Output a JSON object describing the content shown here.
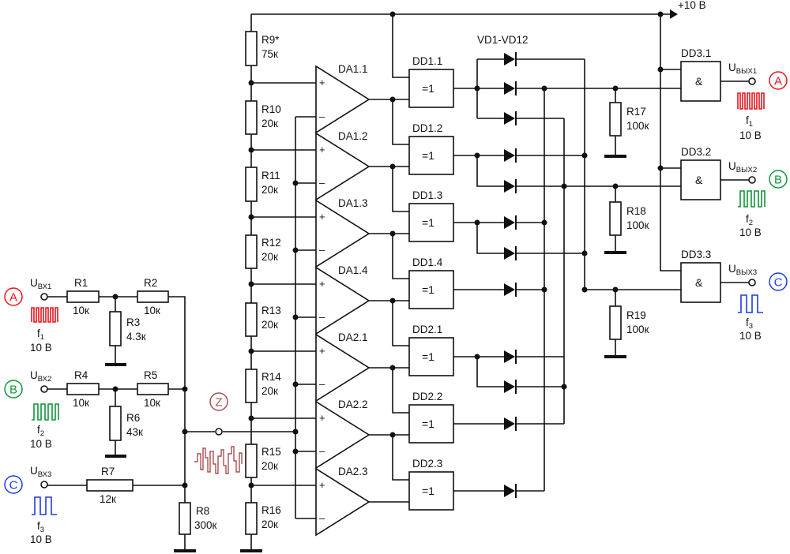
{
  "supply": "+10 В",
  "diode_array_label": "VD1-VD12",
  "input_pins": [
    {
      "id": "A",
      "u_main": "U",
      "u_sub": "ВХ1",
      "f_main": "f",
      "f_sub": "1",
      "amp": "10 В",
      "color": "#e8141c"
    },
    {
      "id": "B",
      "u_main": "U",
      "u_sub": "ВХ2",
      "f_main": "f",
      "f_sub": "2",
      "amp": "10 В",
      "color": "#11963a"
    },
    {
      "id": "C",
      "u_main": "U",
      "u_sub": "ВХ3",
      "f_main": "f",
      "f_sub": "3",
      "amp": "10 В",
      "color": "#1e3ce6"
    }
  ],
  "output_pins": [
    {
      "id": "A",
      "u_main": "U",
      "u_sub": "ВЫХ1",
      "f_main": "f",
      "f_sub": "1",
      "amp": "10 В",
      "color": "#e8141c"
    },
    {
      "id": "B",
      "u_main": "U",
      "u_sub": "ВЫХ2",
      "f_main": "f",
      "f_sub": "2",
      "amp": "10 В",
      "color": "#11963a"
    },
    {
      "id": "C",
      "u_main": "U",
      "u_sub": "ВЫХ3",
      "f_main": "f",
      "f_sub": "3",
      "amp": "10 В",
      "color": "#1e3ce6"
    }
  ],
  "z_node": {
    "label": "Z",
    "color": "#a85050"
  },
  "resistors": [
    {
      "ref": "R1",
      "val": "10к"
    },
    {
      "ref": "R2",
      "val": "10к"
    },
    {
      "ref": "R3",
      "val": "4.3к"
    },
    {
      "ref": "R4",
      "val": "10к"
    },
    {
      "ref": "R5",
      "val": "10к"
    },
    {
      "ref": "R6",
      "val": "43к"
    },
    {
      "ref": "R7",
      "val": "12к"
    },
    {
      "ref": "R8",
      "val": "300к"
    },
    {
      "ref": "R9*",
      "val": "75к"
    },
    {
      "ref": "R10",
      "val": "20к"
    },
    {
      "ref": "R11",
      "val": "20к"
    },
    {
      "ref": "R12",
      "val": "20к"
    },
    {
      "ref": "R13",
      "val": "20к"
    },
    {
      "ref": "R14",
      "val": "20к"
    },
    {
      "ref": "R15",
      "val": "20к"
    },
    {
      "ref": "R16",
      "val": "20к"
    },
    {
      "ref": "R17",
      "val": "100к"
    },
    {
      "ref": "R18",
      "val": "100к"
    },
    {
      "ref": "R19",
      "val": "100к"
    }
  ],
  "opamps": [
    "DA1.1",
    "DA1.2",
    "DA1.3",
    "DA1.4",
    "DA2.1",
    "DA2.2",
    "DA2.3"
  ],
  "opamp_plus": "+",
  "opamp_minus": "–",
  "xor_gates": [
    {
      "ref": "DD1.1",
      "sym": "=1"
    },
    {
      "ref": "DD1.2",
      "sym": "=1"
    },
    {
      "ref": "DD1.3",
      "sym": "=1"
    },
    {
      "ref": "DD1.4",
      "sym": "=1"
    },
    {
      "ref": "DD2.1",
      "sym": "=1"
    },
    {
      "ref": "DD2.2",
      "sym": "=1"
    },
    {
      "ref": "DD2.3",
      "sym": "=1"
    }
  ],
  "and_gates": [
    {
      "ref": "DD3.1",
      "sym": "&"
    },
    {
      "ref": "DD3.2",
      "sym": "&"
    },
    {
      "ref": "DD3.3",
      "sym": "&"
    }
  ]
}
